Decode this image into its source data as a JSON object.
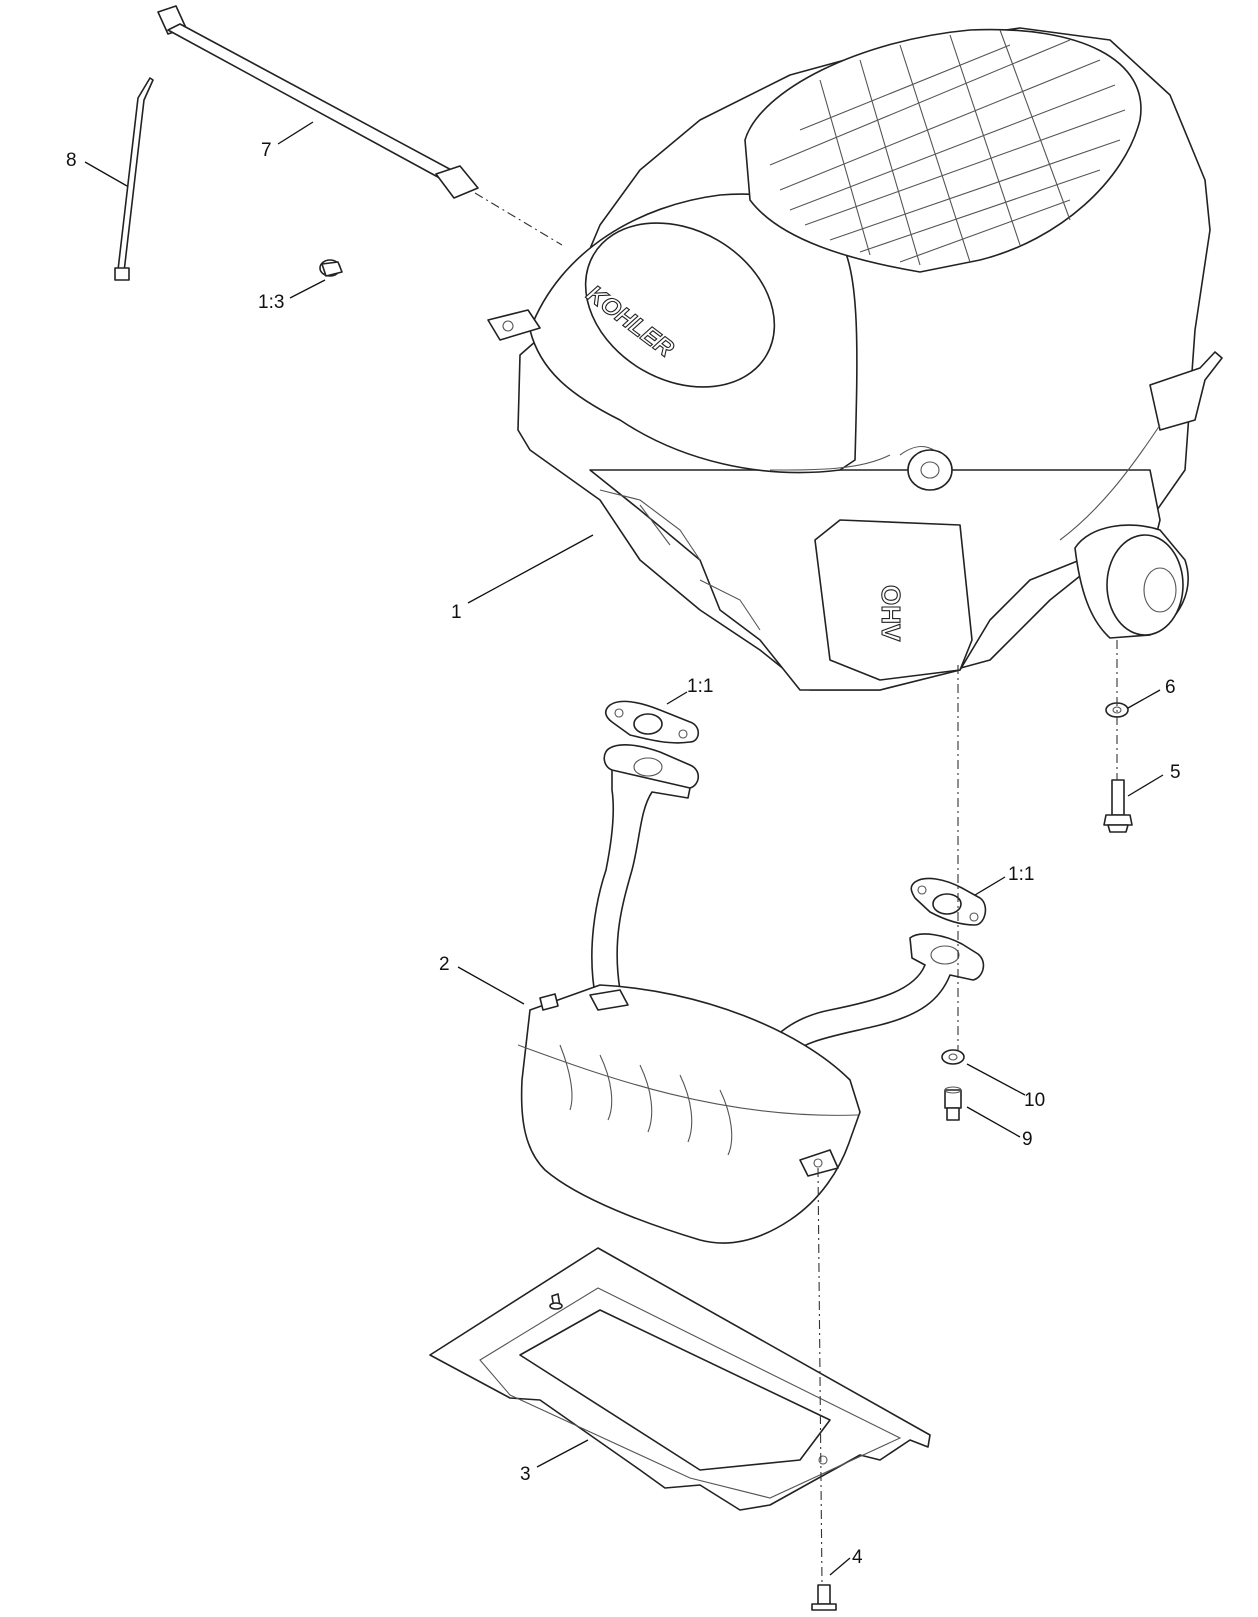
{
  "engine": {
    "brand_text": "KOHLER",
    "valve_cover_text": "OHV"
  },
  "callouts": {
    "engine": "1",
    "muffler": "2",
    "heat_shield": "3",
    "shield_screw": "4",
    "filter_bolt": "5",
    "filter_washer": "6",
    "tube": "7",
    "cable_tie": "8",
    "exhaust_bolt": "9",
    "exhaust_washer": "10",
    "gasket_left": "1:1",
    "gasket_right": "1:1",
    "plug": "1:3"
  }
}
